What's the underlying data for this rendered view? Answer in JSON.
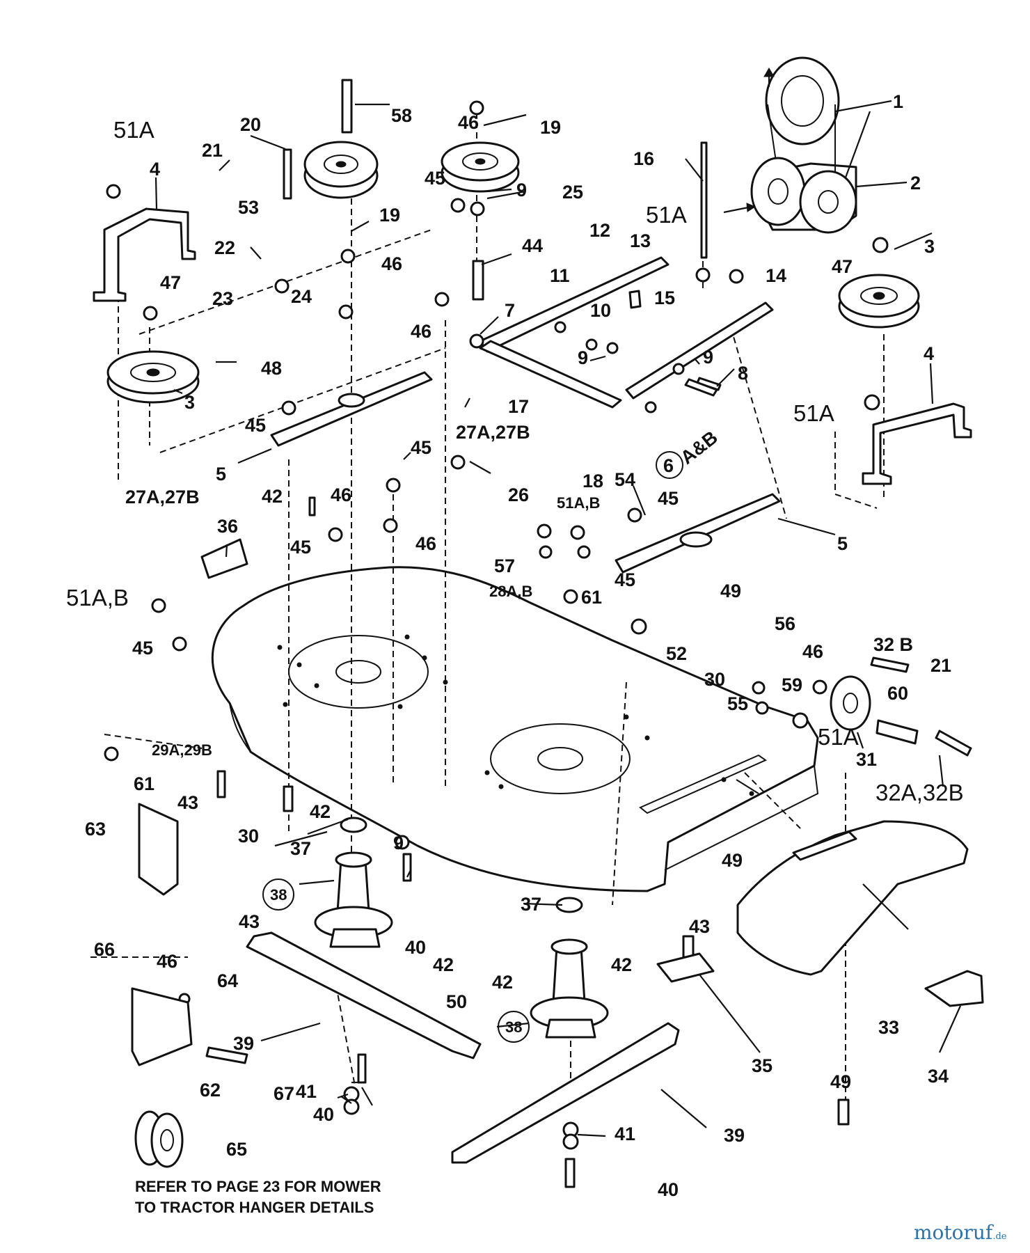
{
  "callouts": [
    {
      "id": "c1",
      "text": "1"
    },
    {
      "id": "c2",
      "text": "2"
    },
    {
      "id": "c3a",
      "text": "3"
    },
    {
      "id": "c3b",
      "text": "3"
    },
    {
      "id": "c4a",
      "text": "4"
    },
    {
      "id": "c4b",
      "text": "4"
    },
    {
      "id": "c5a",
      "text": "5"
    },
    {
      "id": "c5b",
      "text": "5"
    },
    {
      "id": "c6",
      "text": "6"
    },
    {
      "id": "c6ab",
      "text": "A&B"
    },
    {
      "id": "c7",
      "text": "7"
    },
    {
      "id": "c8",
      "text": "8"
    },
    {
      "id": "c9a",
      "text": "9"
    },
    {
      "id": "c9b",
      "text": "9"
    },
    {
      "id": "c9c",
      "text": "9"
    },
    {
      "id": "c9d",
      "text": "9"
    },
    {
      "id": "c10",
      "text": "10"
    },
    {
      "id": "c11",
      "text": "11"
    },
    {
      "id": "c12",
      "text": "12"
    },
    {
      "id": "c13",
      "text": "13"
    },
    {
      "id": "c14",
      "text": "14"
    },
    {
      "id": "c15",
      "text": "15"
    },
    {
      "id": "c16",
      "text": "16"
    },
    {
      "id": "c17",
      "text": "17"
    },
    {
      "id": "c18",
      "text": "18"
    },
    {
      "id": "c19a",
      "text": "19"
    },
    {
      "id": "c19b",
      "text": "19"
    },
    {
      "id": "c20",
      "text": "20"
    },
    {
      "id": "c21a",
      "text": "21"
    },
    {
      "id": "c21b",
      "text": "21"
    },
    {
      "id": "c22",
      "text": "22"
    },
    {
      "id": "c23",
      "text": "23"
    },
    {
      "id": "c24",
      "text": "24"
    },
    {
      "id": "c25",
      "text": "25"
    },
    {
      "id": "c26",
      "text": "26"
    },
    {
      "id": "c27a",
      "text": "27A,27B"
    },
    {
      "id": "c27b",
      "text": "27A,27B"
    },
    {
      "id": "c28",
      "text": "28A,B"
    },
    {
      "id": "c29",
      "text": "29A,29B"
    },
    {
      "id": "c30a",
      "text": "30"
    },
    {
      "id": "c30b",
      "text": "30"
    },
    {
      "id": "c31",
      "text": "31"
    },
    {
      "id": "c32a",
      "text": "32A,32B"
    },
    {
      "id": "c32b",
      "text": "32 B"
    },
    {
      "id": "c33",
      "text": "33"
    },
    {
      "id": "c34",
      "text": "34"
    },
    {
      "id": "c35",
      "text": "35"
    },
    {
      "id": "c36",
      "text": "36"
    },
    {
      "id": "c37a",
      "text": "37"
    },
    {
      "id": "c37b",
      "text": "37"
    },
    {
      "id": "c38a",
      "text": "38"
    },
    {
      "id": "c38b",
      "text": "38"
    },
    {
      "id": "c39a",
      "text": "39"
    },
    {
      "id": "c39b",
      "text": "39"
    },
    {
      "id": "c40a",
      "text": "40"
    },
    {
      "id": "c40b",
      "text": "40"
    },
    {
      "id": "c40c",
      "text": "40"
    },
    {
      "id": "c41a",
      "text": "41"
    },
    {
      "id": "c41b",
      "text": "41"
    },
    {
      "id": "c42a",
      "text": "42"
    },
    {
      "id": "c42b",
      "text": "42"
    },
    {
      "id": "c42c",
      "text": "42"
    },
    {
      "id": "c42d",
      "text": "42"
    },
    {
      "id": "c42e",
      "text": "42"
    },
    {
      "id": "c43a",
      "text": "43"
    },
    {
      "id": "c43b",
      "text": "43"
    },
    {
      "id": "c43c",
      "text": "43"
    },
    {
      "id": "c44",
      "text": "44"
    },
    {
      "id": "c45a",
      "text": "45"
    },
    {
      "id": "c45b",
      "text": "45"
    },
    {
      "id": "c45c",
      "text": "45"
    },
    {
      "id": "c45d",
      "text": "45"
    },
    {
      "id": "c45e",
      "text": "45"
    },
    {
      "id": "c45f",
      "text": "45"
    },
    {
      "id": "c45g",
      "text": "45"
    },
    {
      "id": "c46a",
      "text": "46"
    },
    {
      "id": "c46b",
      "text": "46"
    },
    {
      "id": "c46c",
      "text": "46"
    },
    {
      "id": "c46d",
      "text": "46"
    },
    {
      "id": "c46e",
      "text": "46"
    },
    {
      "id": "c46f",
      "text": "46"
    },
    {
      "id": "c46g",
      "text": "46"
    },
    {
      "id": "c47a",
      "text": "47"
    },
    {
      "id": "c47b",
      "text": "47"
    },
    {
      "id": "c48",
      "text": "48"
    },
    {
      "id": "c49a",
      "text": "49"
    },
    {
      "id": "c49b",
      "text": "49"
    },
    {
      "id": "c49c",
      "text": "49"
    },
    {
      "id": "c50",
      "text": "50"
    },
    {
      "id": "c51a",
      "text": "51A"
    },
    {
      "id": "c51b",
      "text": "51A"
    },
    {
      "id": "c51c",
      "text": "51A"
    },
    {
      "id": "c51d",
      "text": "51A"
    },
    {
      "id": "c51e",
      "text": "51A,B"
    },
    {
      "id": "c51f",
      "text": "51A,B"
    },
    {
      "id": "c52",
      "text": "52"
    },
    {
      "id": "c53",
      "text": "53"
    },
    {
      "id": "c54",
      "text": "54"
    },
    {
      "id": "c55",
      "text": "55"
    },
    {
      "id": "c56",
      "text": "56"
    },
    {
      "id": "c57",
      "text": "57"
    },
    {
      "id": "c58",
      "text": "58"
    },
    {
      "id": "c59",
      "text": "59"
    },
    {
      "id": "c60",
      "text": "60"
    },
    {
      "id": "c61a",
      "text": "61"
    },
    {
      "id": "c61b",
      "text": "61"
    },
    {
      "id": "c62",
      "text": "62"
    },
    {
      "id": "c63",
      "text": "63"
    },
    {
      "id": "c64",
      "text": "64"
    },
    {
      "id": "c65",
      "text": "65"
    },
    {
      "id": "c66",
      "text": "66"
    },
    {
      "id": "c67",
      "text": "67"
    }
  ],
  "note": {
    "line1": "REFER TO PAGE 23 FOR MOWER",
    "line2": "TO TRACTOR HANGER DETAILS"
  },
  "watermark": {
    "name": "motoruf",
    "suffix": ".de"
  }
}
